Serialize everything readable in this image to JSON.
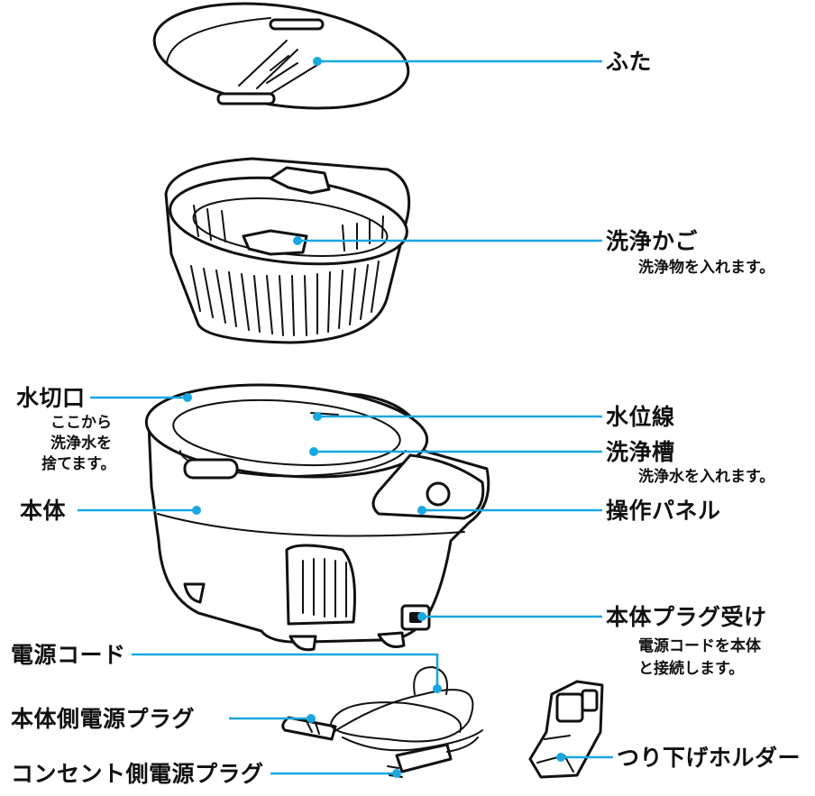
{
  "labels": {
    "lid": "ふた",
    "basket": "洗浄かご",
    "basket_note": "洗浄物を入れます。",
    "drain": "水切口",
    "drain_note_1": "ここから",
    "drain_note_2": "洗浄水を",
    "drain_note_3": "捨てます。",
    "water_line": "水位線",
    "tank": "洗浄槽",
    "tank_note": "洗浄水を入れます。",
    "body": "本体",
    "control_panel": "操作パネル",
    "body_plug_socket": "本体プラグ受け",
    "socket_note_1": "電源コードを本体",
    "socket_note_2": "と接続します。",
    "power_cord": "電源コード",
    "body_side_plug": "本体側電源プラグ",
    "outlet_side_plug": "コンセント側電源プラグ",
    "holder": "つり下げホルダー"
  },
  "colors": {
    "leader_line": "#19a7e0",
    "ink": "#111111"
  }
}
